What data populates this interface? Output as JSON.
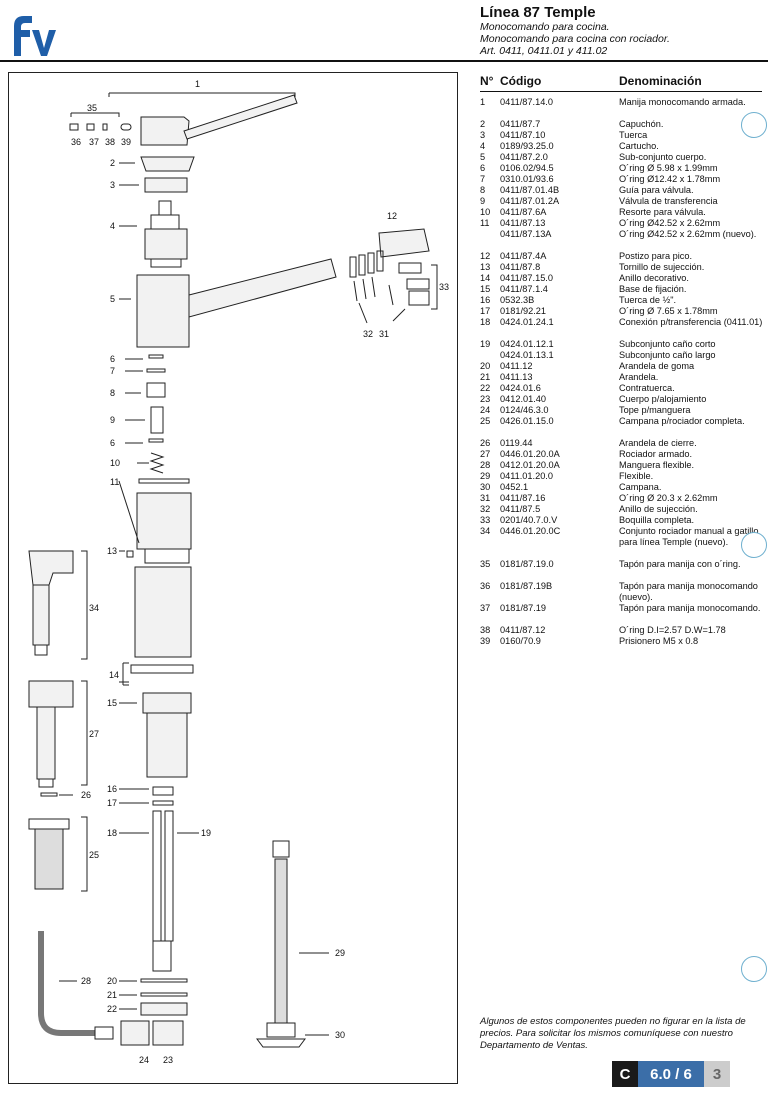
{
  "header": {
    "brand": "fv",
    "title": "Línea 87 Temple",
    "subtitle_lines": [
      "Monocomando para cocina.",
      "Monocomando para cocina con rociador.",
      "Art. 0411, 0411.01 y 411.02"
    ]
  },
  "table": {
    "headers": {
      "num": "N°",
      "code": "Código",
      "name": "Denominación"
    },
    "rows": [
      {
        "n": "1",
        "c": "0411/87.14.0",
        "d": "Manija monocomando armada.",
        "lines": 2
      },
      {
        "n": "2",
        "c": "0411/87.7",
        "d": "Capuchón.",
        "lines": 1
      },
      {
        "n": "3",
        "c": "0411/87.10",
        "d": "Tuerca",
        "lines": 1
      },
      {
        "n": "4",
        "c": "0189/93.25.0",
        "d": "Cartucho.",
        "lines": 1
      },
      {
        "n": "5",
        "c": "0411/87.2.0",
        "d": "Sub-conjunto cuerpo.",
        "lines": 1
      },
      {
        "n": "6",
        "c": "0106.02/94.5",
        "d": "O´ring Ø 5.98 x 1.99mm",
        "lines": 1
      },
      {
        "n": "7",
        "c": "0310.01/93.6",
        "d": "O´ring Ø12.42 x 1.78mm",
        "lines": 1
      },
      {
        "n": "8",
        "c": "0411/87.01.4B",
        "d": "Guía para válvula.",
        "lines": 1
      },
      {
        "n": "9",
        "c": "0411/87.01.2A",
        "d": "Válvula de transferencia",
        "lines": 1
      },
      {
        "n": "10",
        "c": "0411/87.6A",
        "d": "Resorte para válvula.",
        "lines": 1
      },
      {
        "n": "11",
        "c": "0411/87.13",
        "d": "O´ring Ø42.52 x 2.62mm",
        "lines": 1
      },
      {
        "n": "",
        "c": "0411/87.13A",
        "d": "O´ring Ø42.52 x 2.62mm (nuevo).",
        "lines": 2
      },
      {
        "n": "12",
        "c": "0411/87.4A",
        "d": "Postizo para pico.",
        "lines": 1
      },
      {
        "n": "13",
        "c": "0411/87.8",
        "d": "Tornillo de sujección.",
        "lines": 1
      },
      {
        "n": "14",
        "c": "0411/87.15.0",
        "d": "Anillo decorativo.",
        "lines": 1
      },
      {
        "n": "15",
        "c": "0411/87.1.4",
        "d": "Base de fijación.",
        "lines": 1
      },
      {
        "n": "16",
        "c": "0532.3B",
        "d": "Tuerca de ½\".",
        "lines": 1
      },
      {
        "n": "17",
        "c": "0181/92.21",
        "d": "O´ring Ø 7.65 x 1.78mm",
        "lines": 1
      },
      {
        "n": "18",
        "c": "0424.01.24.1",
        "d": "Conexión p/transferencia (0411.01)",
        "lines": 2
      },
      {
        "n": "19",
        "c": "0424.01.12.1",
        "d": "Subconjunto caño corto",
        "lines": 1
      },
      {
        "n": "",
        "c": "0424.01.13.1",
        "d": "Subconjunto caño largo",
        "lines": 1
      },
      {
        "n": "20",
        "c": "0411.12",
        "d": "Arandela de goma",
        "lines": 1
      },
      {
        "n": "21",
        "c": "0411.13",
        "d": "Arandela.",
        "lines": 1
      },
      {
        "n": "22",
        "c": "0424.01.6",
        "d": "Contratuerca.",
        "lines": 1
      },
      {
        "n": "23",
        "c": "0412.01.40",
        "d": "Cuerpo p/alojamiento",
        "lines": 1
      },
      {
        "n": "24",
        "c": "0124/46.3.0",
        "d": "Tope p/manguera",
        "lines": 1
      },
      {
        "n": "25",
        "c": "0426.01.15.0",
        "d": "Campana p/rociador completa.",
        "lines": 2
      },
      {
        "n": "26",
        "c": "0119.44",
        "d": "Arandela de cierre.",
        "lines": 1
      },
      {
        "n": "27",
        "c": "0446.01.20.0A",
        "d": "Rociador armado.",
        "lines": 1
      },
      {
        "n": "28",
        "c": "0412.01.20.0A",
        "d": "Manguera flexible.",
        "lines": 1
      },
      {
        "n": "29",
        "c": "0411.01.20.0",
        "d": "Flexible.",
        "lines": 1
      },
      {
        "n": "30",
        "c": "0452.1",
        "d": "Campana.",
        "lines": 1
      },
      {
        "n": "31",
        "c": "0411/87.16",
        "d": "O´ring Ø 20.3 x 2.62mm",
        "lines": 1
      },
      {
        "n": "32",
        "c": "0411/87.5",
        "d": "Anillo de sujección.",
        "lines": 1
      },
      {
        "n": "33",
        "c": "0201/40.7.0.V",
        "d": "Boquilla completa.",
        "lines": 1
      },
      {
        "n": "34",
        "c": "0446.01.20.0C",
        "d": "Conjunto rociador manual a gatillo para línea Temple (nuevo).",
        "lines": 3
      },
      {
        "n": "35",
        "c": "0181/87.19.0",
        "d": "Tapón para manija con o´ring.",
        "lines": 2
      },
      {
        "n": "36",
        "c": "0181/87.19B",
        "d": "Tapón para manija monocomando (nuevo).",
        "lines": 2
      },
      {
        "n": "37",
        "c": "0181/87.19",
        "d": "Tapón para manija monocomando.",
        "lines": 2
      },
      {
        "n": "38",
        "c": "0411/87.12",
        "d": "O´ring D.I=2.57 D.W=1.78",
        "lines": 1
      },
      {
        "n": "39",
        "c": "0160/70.9",
        "d": "Prisionero M5 x 0.8",
        "lines": 1
      }
    ]
  },
  "note": "Algunos de estos componentes pueden no figurar en la lista de precios. Para solicitar los mismos comuníquese con nuestro Departamento de Ventas.",
  "badge": {
    "letter": "C",
    "page": "6.0 / 6",
    "total": "3"
  },
  "diagram_labels": [
    "1",
    "35",
    "36",
    "37",
    "38",
    "39",
    "2",
    "3",
    "4",
    "12",
    "5",
    "33",
    "32",
    "31",
    "6",
    "7",
    "8",
    "9",
    "6",
    "10",
    "11",
    "13",
    "34",
    "14",
    "15",
    "27",
    "26",
    "16",
    "17",
    "18",
    "19",
    "25",
    "29",
    "28",
    "20",
    "21",
    "22",
    "30",
    "24",
    "23"
  ],
  "colors": {
    "brand": "#1f5ea8",
    "badge_dark": "#1a1a1a",
    "badge_blue": "#3b6ea8",
    "badge_grey": "#cccccc",
    "hole": "#6fb0cf"
  }
}
